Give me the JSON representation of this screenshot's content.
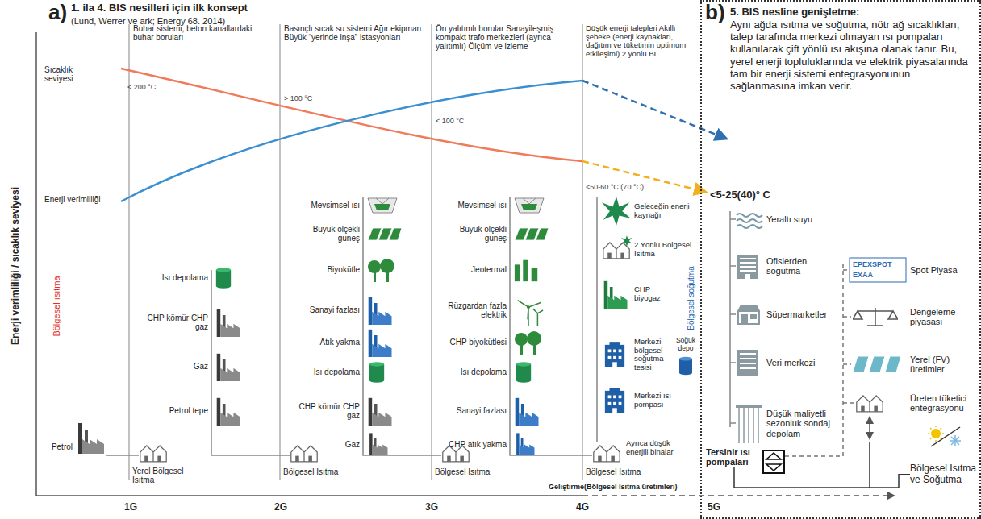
{
  "diagram": {
    "title": "1. ila 4. BIS nesilleri için ilk konsept",
    "nodes": [
      {
        "text": [
          "5. BIS nesline genişletme:",
          "Aynı ağda ısıtma ve soğutma, nötr ağ sıcaklıkları, talep tarafında merkezi olmayan ısı pompaları kullanılarak çift yönlü ısı akışına olanak tanır. Bu, yerel enerji topluluklarında ve elektrik piyasalarında tam bir enerji sistemi entegrasyonunun sağlanmasına imkan verir."
        ]
      },
      {
        "text": [
          "Tersinir ısı pompaları"
        ],
        "in": 0
      },
      {
        "text": [
          "Bölgesel Isıtma ve Soğutma"
        ],
        "in": 0
      }
    ],
    "edges": [
      {
        "from": 1,
        "to": 2,
        "arrow": "none"
      }
    ],
    "labels": [
      "a)",
      "(Lund, Werrer ve ark; Energy 68. 2014)",
      "Enerji verimliliği / sıcaklık seviyesi",
      "Buhar sistemi, beton kanallardaki buhar boruları",
      "Basınçlı sıcak su sistemi Ağır ekipman Büyük “yerinde inşa” istasyonları",
      "Ön yalıtımlı borular Sanayileşmiş kompakt trafo merkezleri (ayrıca yalıtımlı) Ölçüm ve izleme",
      "Düşük enerji talepleri Akıllı şebeke (enerji kaynakları, dağıtım ve tüketimin optimum etkileşimi) 2 yönlü BI",
      "Sıcaklık seviyesi",
      "< 200 °C",
      "> 100 °C",
      "< 100 °C",
      "<50-60 °C (70 °C)",
      "Enerji verimliliği",
      "Bölgesel ısıtma",
      "Petrol",
      "Yerel Bölgesel Isıtma",
      "Isı depolama",
      "CHP kömür CHP gaz",
      "Gaz",
      "Petrol tepe",
      "Bölgesel Isıtma",
      "Mevsimsel ısı",
      "Büyük ölçekli güneş",
      "Biyokütle",
      "Sanayi fazlası",
      "Atık yakma",
      "Isı depolama",
      "CHP kömür CHP gaz",
      "Gaz",
      "Bölgesel Isıtma",
      "Mevsimsel ısı",
      "Büyük ölçekli güneş",
      "Jeotermal",
      "Rüzgardan fazla elektrik",
      "CHP biyokütlesi",
      "Isı depolama",
      "Sanayi fazlası",
      "CHP atık yakma",
      "Bölgesel Isıtma",
      "Geleceğin enerji kaynağı",
      "2 Yönlü Bölgesel Isıtma",
      "CHP biyogaz",
      "Merkezi bölgesel soğutma tesisi",
      "Merkezi ısı pompası",
      "Ayrıca düşük enerjili binalar",
      "Soğuk depo",
      "Bölgesel soğutma",
      "Geliştirme(Bölgesel Isıtma üretimleri)",
      "1G",
      "2G",
      "3G",
      "4G",
      "5G",
      "b)",
      "<5-25(40)° C",
      "Yeraltı suyu",
      "Ofislerden soğutma",
      "Süpermarketler",
      "Veri merkezi",
      "Düşük maliyetli sezonluk sondaj depolam",
      "EPEXSPOT",
      "EXAA",
      "Spot Piyasa",
      "Dengeleme piyasası",
      "Yerel (FV) üretimler",
      "Üreten tüketici entegrasyonu"
    ]
  }
}
